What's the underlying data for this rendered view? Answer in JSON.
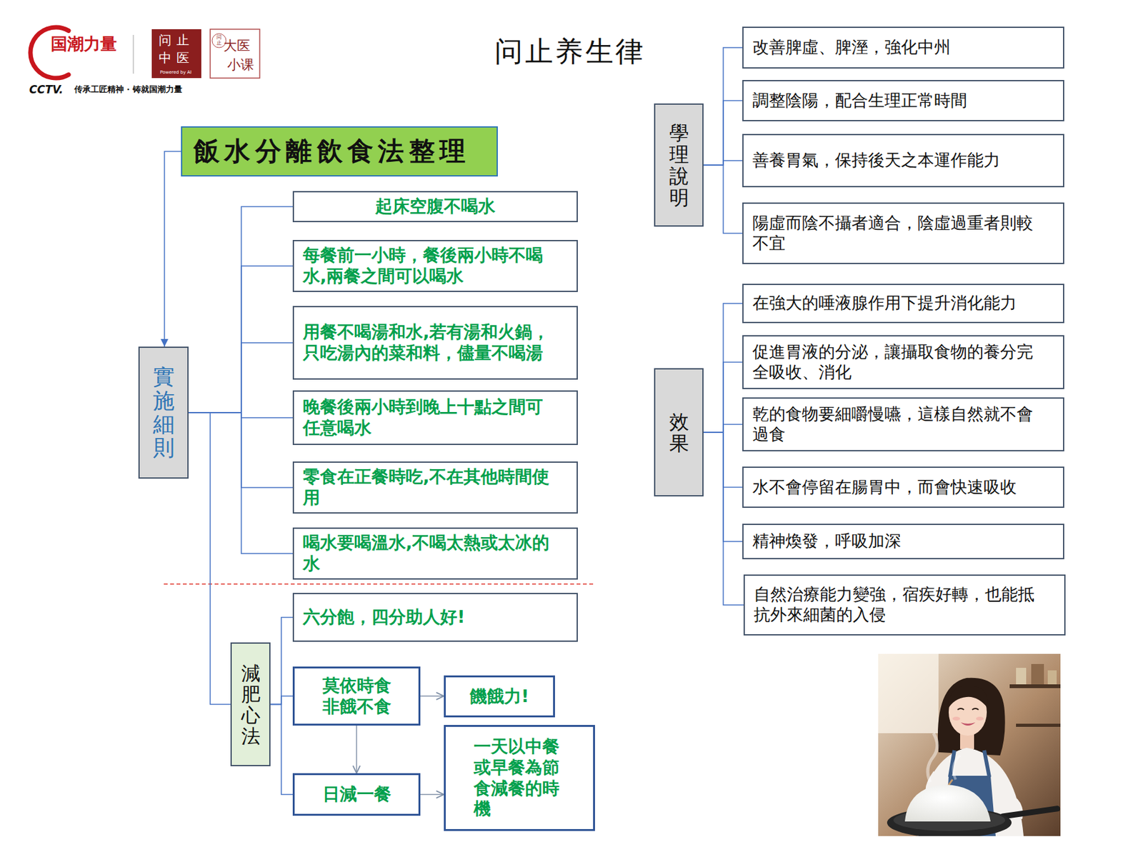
{
  "diagram": {
    "title": "问止养生律",
    "nodes": [
      {
        "text": [
          "飯水分離飲食法整理"
        ]
      },
      {
        "text": [
          "實施細則"
        ]
      },
      {
        "text": [
          "起床空腹不喝水"
        ]
      },
      {
        "text": [
          "每餐前一小時，餐後兩小時不喝 水,兩餐之間可以喝水"
        ]
      },
      {
        "text": [
          "用餐不喝湯和水,若有湯和火鍋， 只吃湯內的菜和料，儘量不喝湯"
        ]
      },
      {
        "text": [
          "晚餐後兩小時到晚上十點之間可 任意喝水"
        ]
      },
      {
        "text": [
          "零食在正餐時吃,不在其他時間使 用"
        ]
      },
      {
        "text": [
          "喝水要喝溫水,不喝太熱或太冰的 水"
        ]
      },
      {
        "text": [
          "減肥心法"
        ]
      },
      {
        "text": [
          "六分飽，四分助人好!"
        ]
      },
      {
        "text": [
          "莫依時食 非餓不食"
        ]
      },
      {
        "text": [
          "饑餓力!"
        ]
      },
      {
        "text": [
          "日減一餐"
        ]
      },
      {
        "text": [
          "一天以中餐 或早餐為節 食減餐的時 機"
        ]
      },
      {
        "text": [
          "學理說明"
        ]
      },
      {
        "text": [
          "改善脾虛、脾溼，強化中州"
        ]
      },
      {
        "text": [
          "調整陰陽，配合生理正常時間"
        ]
      },
      {
        "text": [
          "善養胃氣，保持後天之本運作能力"
        ]
      },
      {
        "text": [
          "陽虛而陰不攝者適合，陰虛過重者則較 不宜"
        ]
      },
      {
        "text": [
          "效果"
        ]
      },
      {
        "text": [
          "在強大的唾液腺作用下提升消化能力"
        ]
      },
      {
        "text": [
          "促進胃液的分泌，讓攝取食物的養分完 全吸收、消化"
        ]
      },
      {
        "text": [
          "乾的食物要細嚼慢嚥，這樣自然就不會 過食"
        ]
      },
      {
        "text": [
          "水不會停留在腸胃中，而會快速吸收"
        ]
      },
      {
        "text": [
          "精神煥發，呼吸加深"
        ]
      },
      {
        "text": [
          "自然治療能力變強，宿疾好轉，也能抵 抗外來細菌的入侵"
        ]
      }
    ],
    "edges": [
      {
        "from": 0,
        "to": 1,
        "arrow": "to"
      },
      {
        "from": 1,
        "to": 2,
        "arrow": "none"
      },
      {
        "from": 1,
        "to": 3,
        "arrow": "none"
      },
      {
        "from": 1,
        "to": 4,
        "arrow": "none"
      },
      {
        "from": 1,
        "to": 5,
        "arrow": "none"
      },
      {
        "from": 1,
        "to": 6,
        "arrow": "none"
      },
      {
        "from": 1,
        "to": 7,
        "arrow": "none"
      },
      {
        "from": 1,
        "to": 8,
        "arrow": "none"
      },
      {
        "from": 8,
        "to": 9,
        "arrow": "none"
      },
      {
        "from": 8,
        "to": 10,
        "arrow": "none"
      },
      {
        "from": 8,
        "to": 12,
        "arrow": "none"
      },
      {
        "from": 10,
        "to": 11,
        "arrow": "to"
      },
      {
        "from": 10,
        "to": 12,
        "arrow": "to"
      },
      {
        "from": 12,
        "to": 13,
        "arrow": "to"
      },
      {
        "from": 14,
        "to": 15,
        "arrow": "none"
      },
      {
        "from": 14,
        "to": 16,
        "arrow": "none"
      },
      {
        "from": 14,
        "to": 17,
        "arrow": "none"
      },
      {
        "from": 14,
        "to": 18,
        "arrow": "none"
      },
      {
        "from": 19,
        "to": 20,
        "arrow": "none"
      },
      {
        "from": 19,
        "to": 21,
        "arrow": "none"
      },
      {
        "from": 19,
        "to": 22,
        "arrow": "none"
      },
      {
        "from": 19,
        "to": 23,
        "arrow": "none"
      },
      {
        "from": 19,
        "to": 24,
        "arrow": "none"
      },
      {
        "from": 19,
        "to": 25,
        "arrow": "none"
      }
    ],
    "labels": [
      "国潮力量",
      "CCTV.",
      "传承工匠精神 · 铸就国潮力量",
      "问止",
      "中医",
      "Powered by AI",
      "问止",
      "大医",
      "小课"
    ]
  }
}
